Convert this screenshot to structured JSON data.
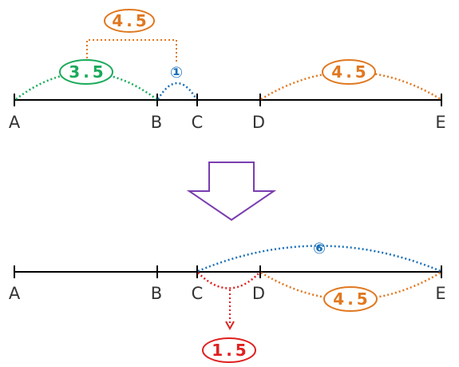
{
  "colors": {
    "line": "#000000",
    "green": "#1aaa5a",
    "blue": "#1a70b8",
    "orange": "#e07820",
    "red": "#e02020",
    "arrow": "#7a3db0"
  },
  "top": {
    "points": [
      "A",
      "B",
      "C",
      "D",
      "E"
    ],
    "label_ab": "3.5",
    "label_bc": "①",
    "label_ac": "4.5",
    "label_de": "4.5"
  },
  "bottom": {
    "points": [
      "A",
      "B",
      "C",
      "D",
      "E"
    ],
    "label_ce": "⑥",
    "label_de": "4.5",
    "label_cd": "1.5"
  }
}
